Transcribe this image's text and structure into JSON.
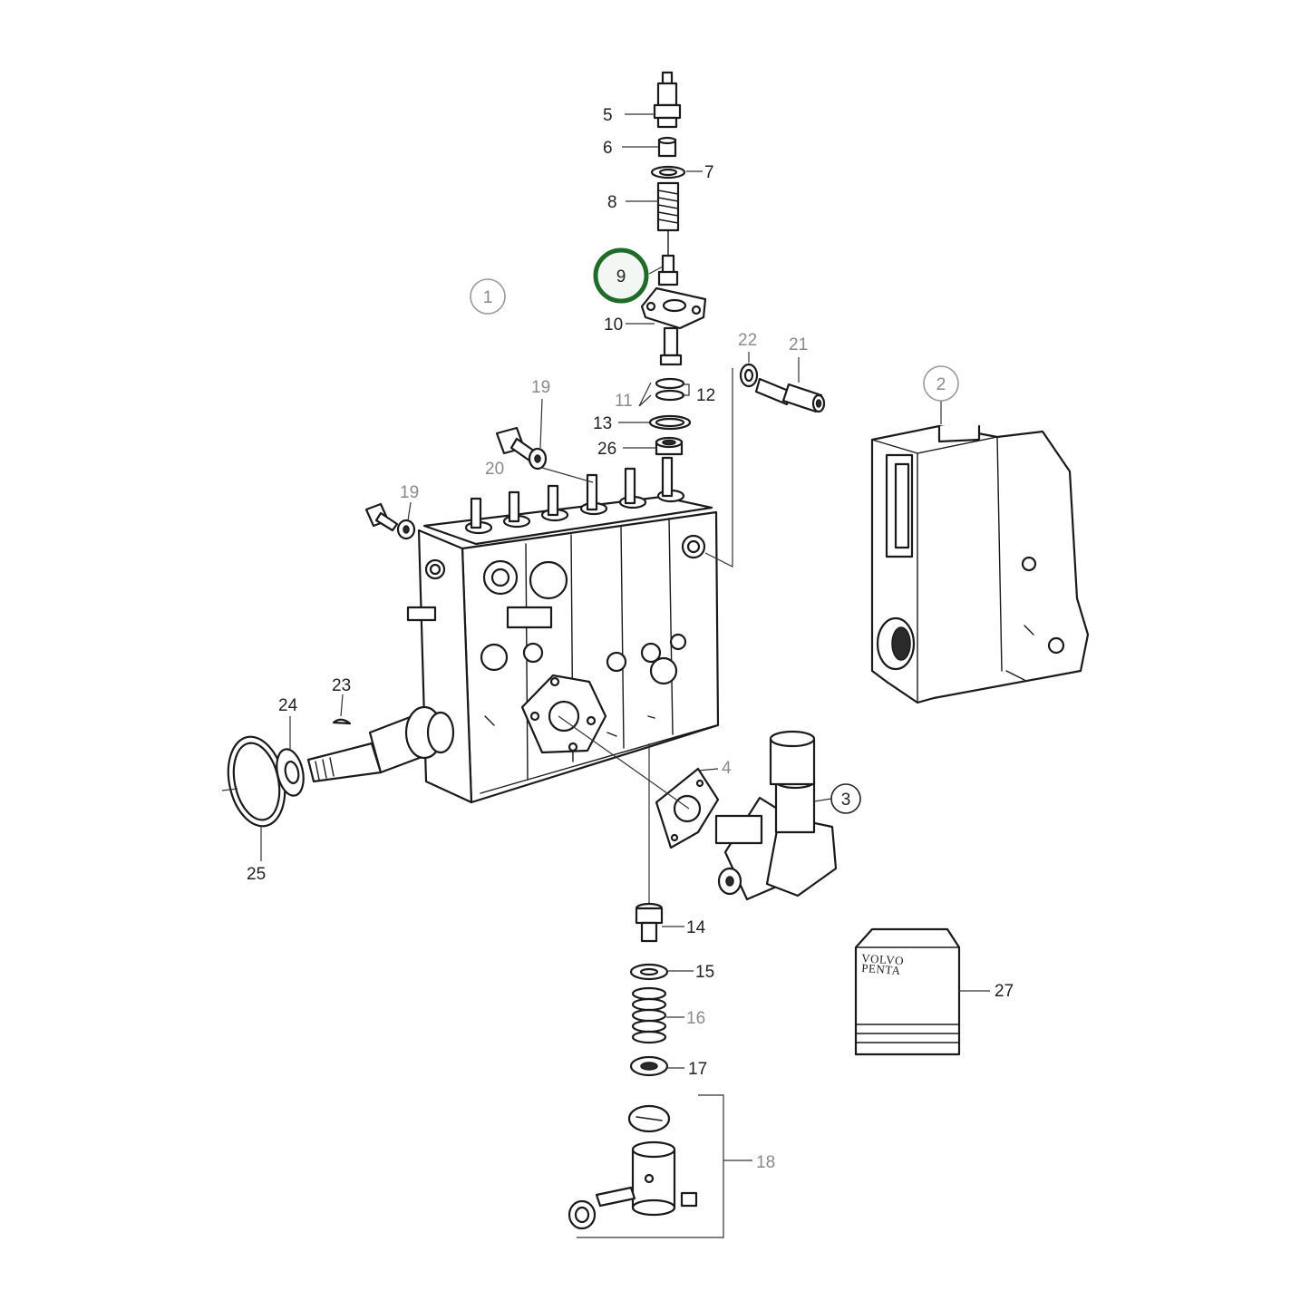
{
  "diagram": {
    "highlight_color": "#1f6b2a",
    "callouts": [
      {
        "id": "1",
        "circled": true,
        "grey": true
      },
      {
        "id": "2",
        "circled": true,
        "grey": true
      },
      {
        "id": "3",
        "circled": true,
        "grey": false
      },
      {
        "id": "4",
        "grey": true
      },
      {
        "id": "5"
      },
      {
        "id": "6"
      },
      {
        "id": "7"
      },
      {
        "id": "8"
      },
      {
        "id": "9",
        "highlighted": true
      },
      {
        "id": "10"
      },
      {
        "id": "11",
        "grey": true
      },
      {
        "id": "12"
      },
      {
        "id": "13"
      },
      {
        "id": "14"
      },
      {
        "id": "15"
      },
      {
        "id": "16",
        "grey": true
      },
      {
        "id": "17"
      },
      {
        "id": "18",
        "grey": true
      },
      {
        "id": "19",
        "grey": true
      },
      {
        "id": "19",
        "grey": true
      },
      {
        "id": "20",
        "grey": true
      },
      {
        "id": "21",
        "grey": true
      },
      {
        "id": "22",
        "grey": true
      },
      {
        "id": "23"
      },
      {
        "id": "24"
      },
      {
        "id": "25"
      },
      {
        "id": "26"
      },
      {
        "id": "27"
      }
    ],
    "manual_logo": {
      "line1": "VOLVO",
      "line2": "PENTA"
    }
  }
}
